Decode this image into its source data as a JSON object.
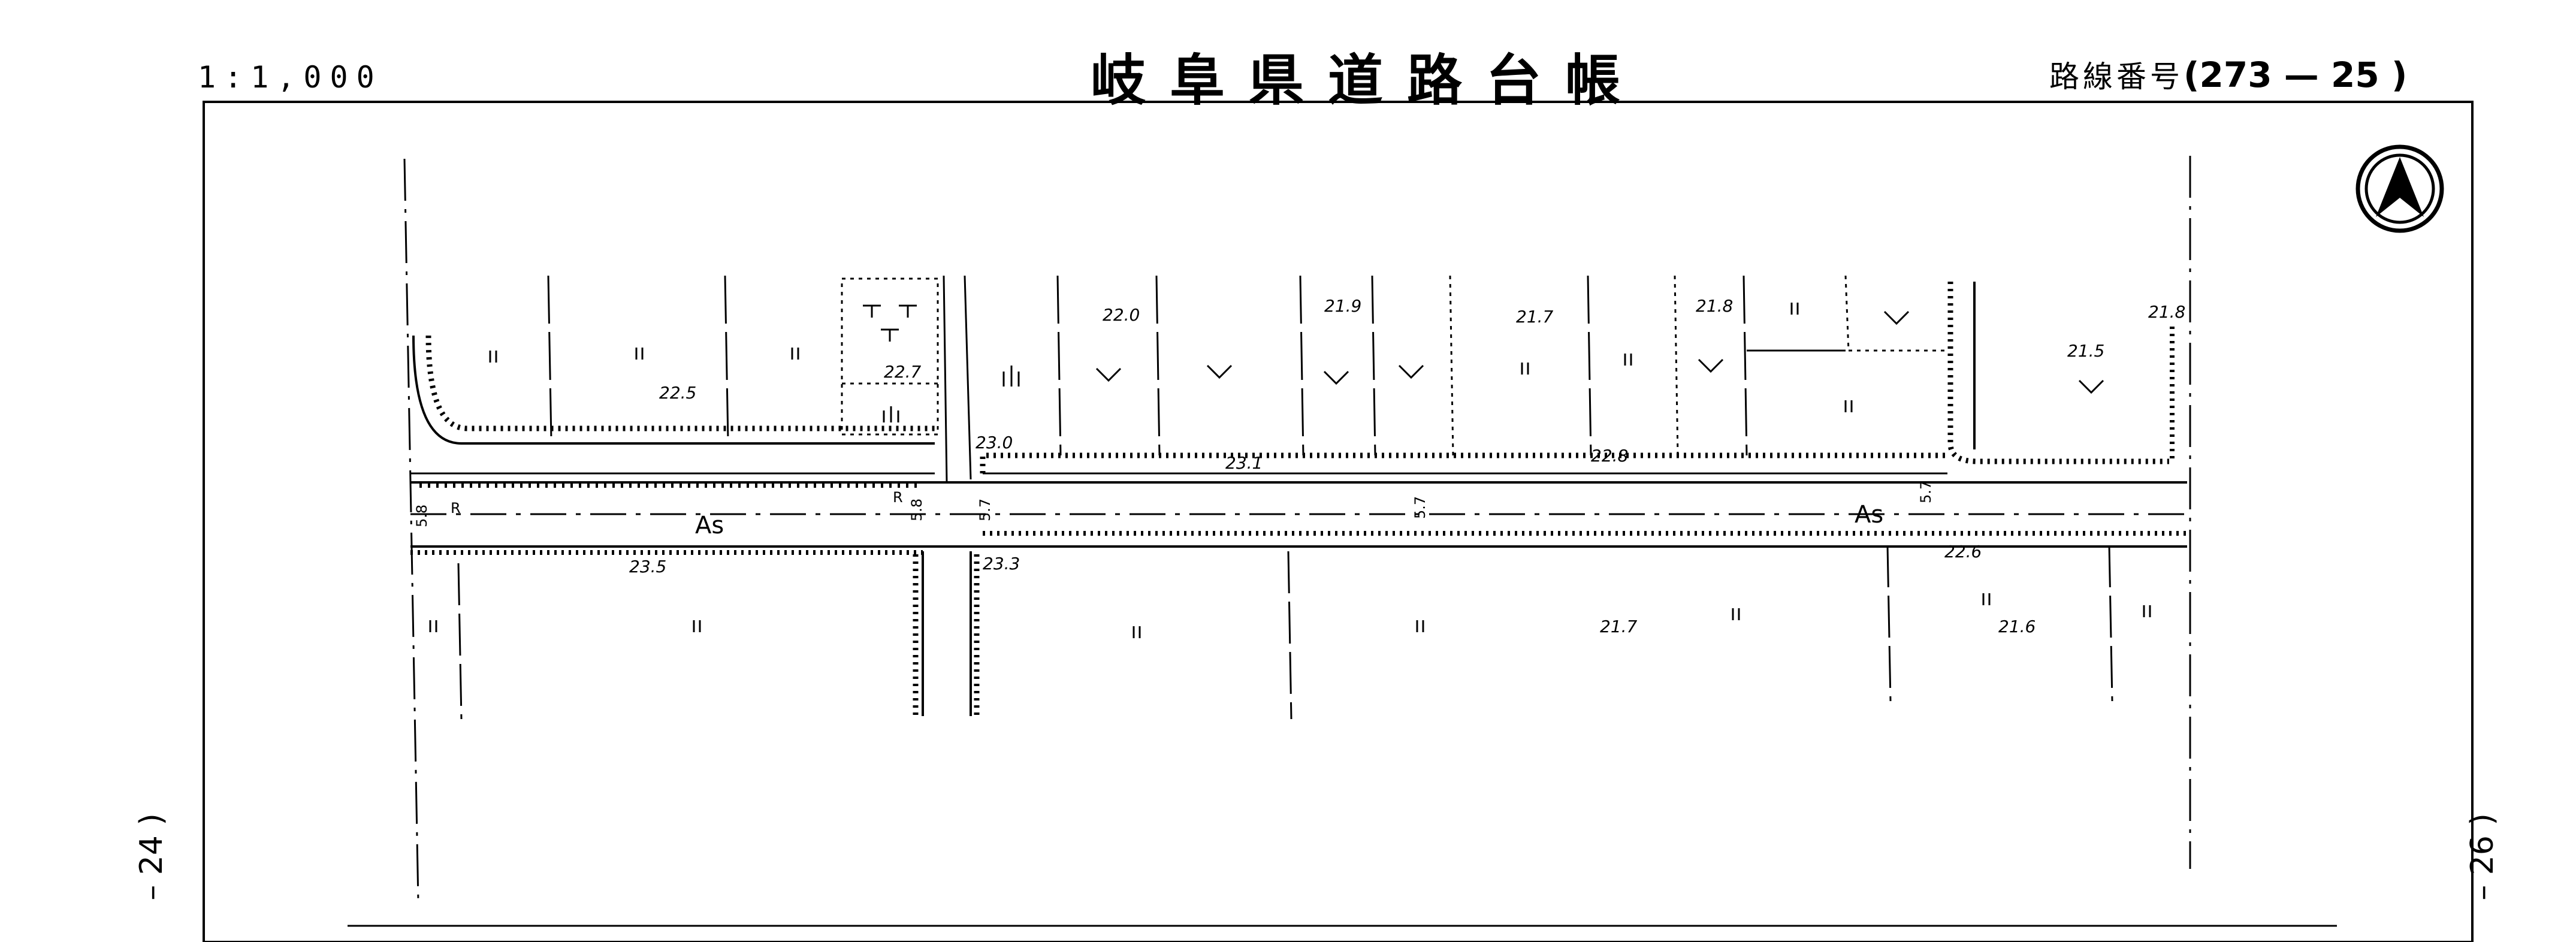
{
  "header": {
    "scale": "1:1,000",
    "title": "岐阜県道路台帳",
    "route_label": "路線番号",
    "route_open": "(",
    "route_number": "273 — 25",
    "route_close": ")"
  },
  "side_refs": {
    "left": "– 24 )",
    "right": "– 26 )"
  },
  "map": {
    "north_arrow": "north-arrow-icon",
    "road_surface": "As",
    "road_widths": [
      "5.8",
      "5.8",
      "5.7",
      "5.7",
      "5.7"
    ],
    "road_markers": [
      "R",
      "R"
    ],
    "elevations": [
      "22.5",
      "22.7",
      "22.0",
      "21.9",
      "21.7",
      "21.8",
      "21.8",
      "21.5",
      "23.0",
      "23.1",
      "22.8",
      "23.5",
      "23.3",
      "21.7",
      "22.6",
      "21.6"
    ],
    "land_use_symbols": [
      "paddy",
      "orchard",
      "field",
      "wasteland"
    ]
  }
}
